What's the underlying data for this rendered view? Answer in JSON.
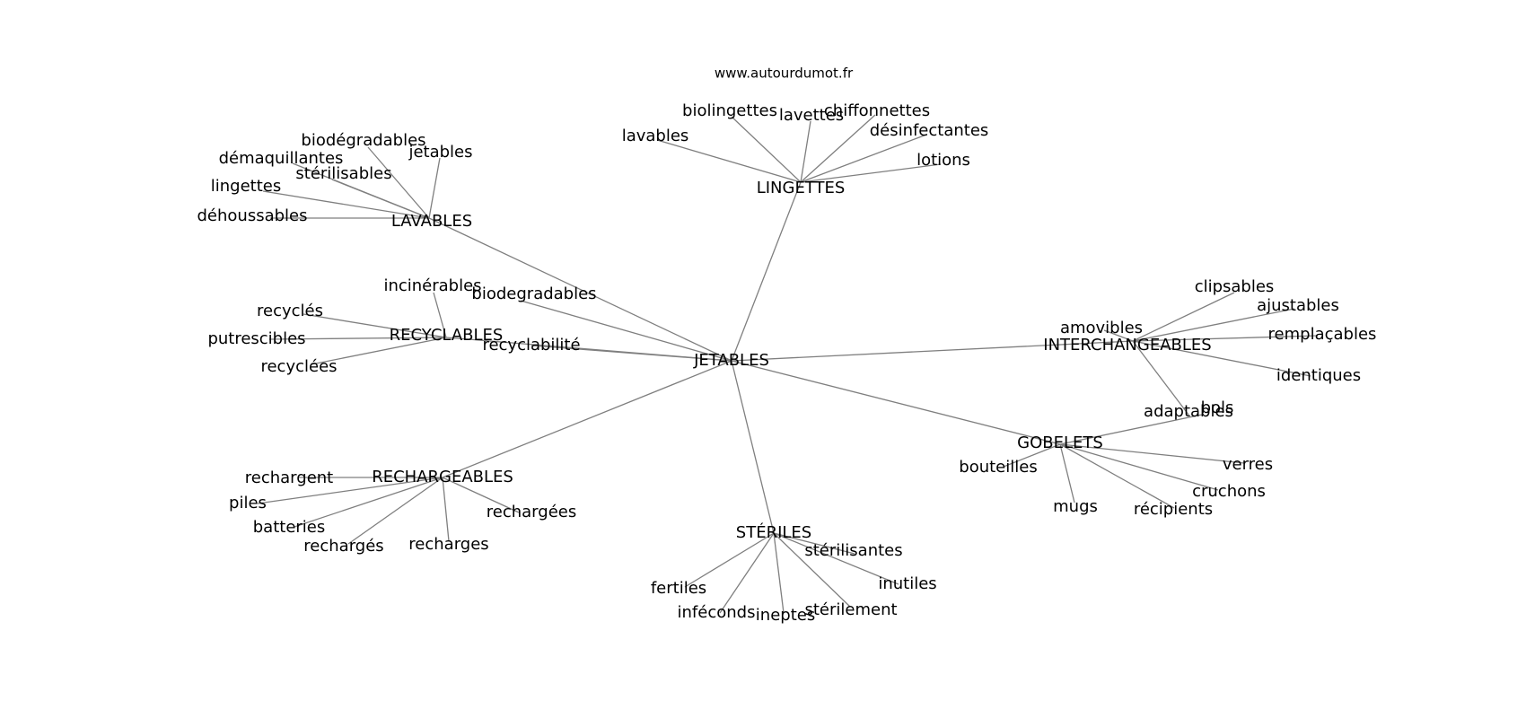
{
  "source": "www.autourdumot.fr",
  "center": "JETABLES",
  "direct": [
    "biodegradables",
    "recyclabilité"
  ],
  "clusters": [
    {
      "hub": "LINGETTES",
      "words": [
        "biolingettes",
        "lavettes",
        "chiffonnettes",
        "désinfectantes",
        "lavables",
        "lotions"
      ]
    },
    {
      "hub": "LAVABLES",
      "words": [
        "biodégradables",
        "jetables",
        "démaquillantes",
        "stérilisables",
        "lingettes",
        "déhoussables"
      ]
    },
    {
      "hub": "RECYCLABLES",
      "words": [
        "incinérables",
        "recyclés",
        "putrescibles",
        "recyclées"
      ]
    },
    {
      "hub": "INTERCHANGEABLES",
      "words": [
        "clipsables",
        "ajustables",
        "amovibles",
        "remplaçables",
        "identiques",
        "adaptables"
      ]
    },
    {
      "hub": "GOBELETS",
      "words": [
        "bols",
        "verres",
        "bouteilles",
        "cruchons",
        "mugs",
        "récipients"
      ]
    },
    {
      "hub": "RECHARGEABLES",
      "words": [
        "rechargent",
        "piles",
        "batteries",
        "rechargées",
        "rechargés",
        "recharges"
      ]
    },
    {
      "hub": "STÉRILES",
      "words": [
        "stérilisantes",
        "inutiles",
        "fertiles",
        "inféconds",
        "ineptes",
        "stérilement"
      ]
    }
  ]
}
